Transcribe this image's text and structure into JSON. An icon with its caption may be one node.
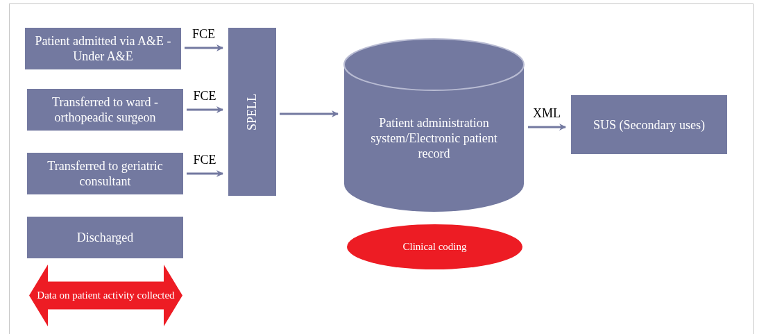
{
  "diagram": {
    "nodes": [
      {
        "text": [
          "Patient admitted via A&E - Under A&E"
        ]
      },
      {
        "text": [
          "Transferred to ward - orthopeadic surgeon"
        ]
      },
      {
        "text": [
          "Transferred to geriatric consultant"
        ]
      },
      {
        "text": [
          "Discharged"
        ]
      },
      {
        "text": [
          "SPELL"
        ]
      },
      {
        "text": [
          "Patient administration system/Electronic patient record"
        ]
      },
      {
        "text": [
          "SUS (Secondary uses)"
        ]
      },
      {
        "text": [
          "Clinical coding"
        ]
      },
      {
        "text": [
          "Data on patient activity collected"
        ]
      }
    ],
    "edges": [
      {
        "from": 0,
        "to": 4,
        "arrow": "to",
        "label": "FCE"
      },
      {
        "from": 1,
        "to": 4,
        "arrow": "to",
        "label": "FCE"
      },
      {
        "from": 2,
        "to": 4,
        "arrow": "to",
        "label": "FCE"
      },
      {
        "from": 4,
        "to": 5,
        "arrow": "to"
      },
      {
        "from": 5,
        "to": 6,
        "arrow": "to",
        "label": "XML"
      }
    ]
  }
}
